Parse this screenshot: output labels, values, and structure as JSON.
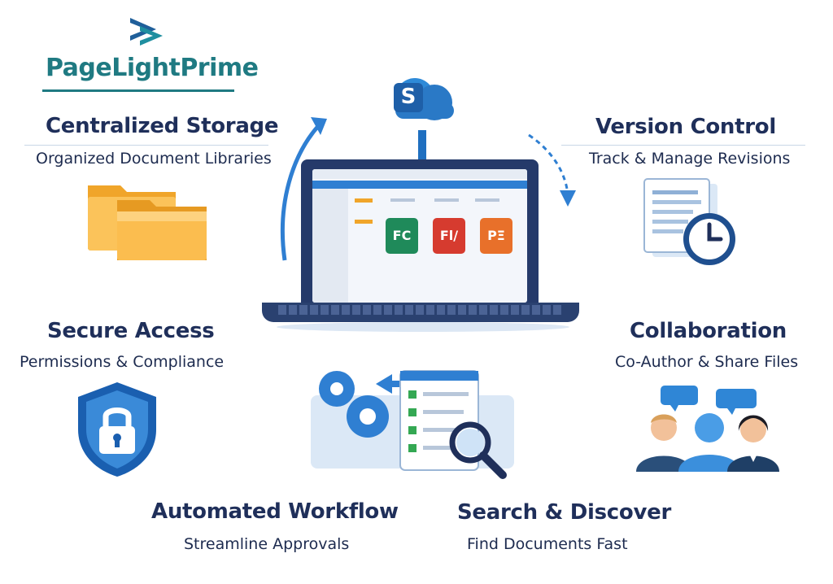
{
  "brand": {
    "name": "PageLightPrime"
  },
  "center": {
    "cloud_glyph": "S",
    "tiles": [
      "FC",
      "Fl/",
      "PΞ"
    ]
  },
  "features": {
    "storage": {
      "title": "Centralized Storage",
      "subtitle": "Organized Document Libraries",
      "icon": "folder-icon"
    },
    "version": {
      "title": "Version Control",
      "subtitle": "Track & Manage Revisions",
      "icon": "clock-document-icon"
    },
    "security": {
      "title": "Secure Access",
      "subtitle": "Permissions & Compliance",
      "icon": "shield-lock-icon"
    },
    "collab": {
      "title": "Collaboration",
      "subtitle": "Co-Author & Share Files",
      "icon": "people-chat-icon"
    },
    "workflow": {
      "title": "Automated Workflow",
      "subtitle": "Streamline Approvals",
      "icon": "gears-checklist-icon"
    },
    "search": {
      "title": "Search & Discover",
      "subtitle": "Find Documents Fast",
      "icon": "magnifier-icon"
    }
  },
  "colors": {
    "navy": "#1f2f5a",
    "teal": "#1f7a82",
    "blue": "#1e73c8",
    "folder": "#f5b13c"
  }
}
